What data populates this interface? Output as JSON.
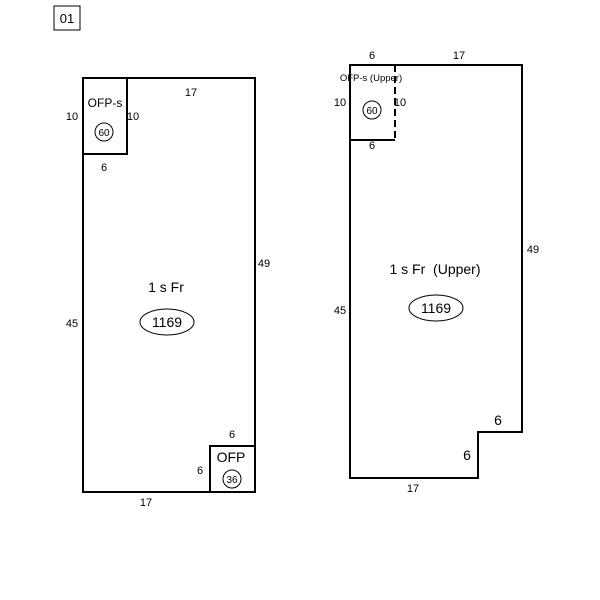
{
  "sketch": {
    "page_id": "01",
    "left_building": {
      "main": {
        "name": "1 s Fr",
        "area": "1169"
      },
      "dims": {
        "top": "17",
        "right": "49",
        "left": "45",
        "bottom": "17"
      },
      "porch_top": {
        "name": "OFP-s",
        "area": "60",
        "dim_left": "10",
        "dim_right": "10",
        "dim_bottom": "6"
      },
      "porch_bottom": {
        "name": "OFP",
        "area": "36",
        "dim_top": "6",
        "dim_left": "6"
      }
    },
    "right_building": {
      "main": {
        "name": "1 s Fr  (Upper)",
        "area": "1169"
      },
      "dims": {
        "top_left": "6",
        "top_right": "17",
        "right": "49",
        "left": "45",
        "bottom": "17",
        "notch_top": "6",
        "notch_side": "6"
      },
      "porch_top": {
        "name": "OFP-s (Upper)",
        "area": "60",
        "dim_left": "10",
        "dim_right": "10",
        "dim_bottom": "6"
      }
    }
  }
}
